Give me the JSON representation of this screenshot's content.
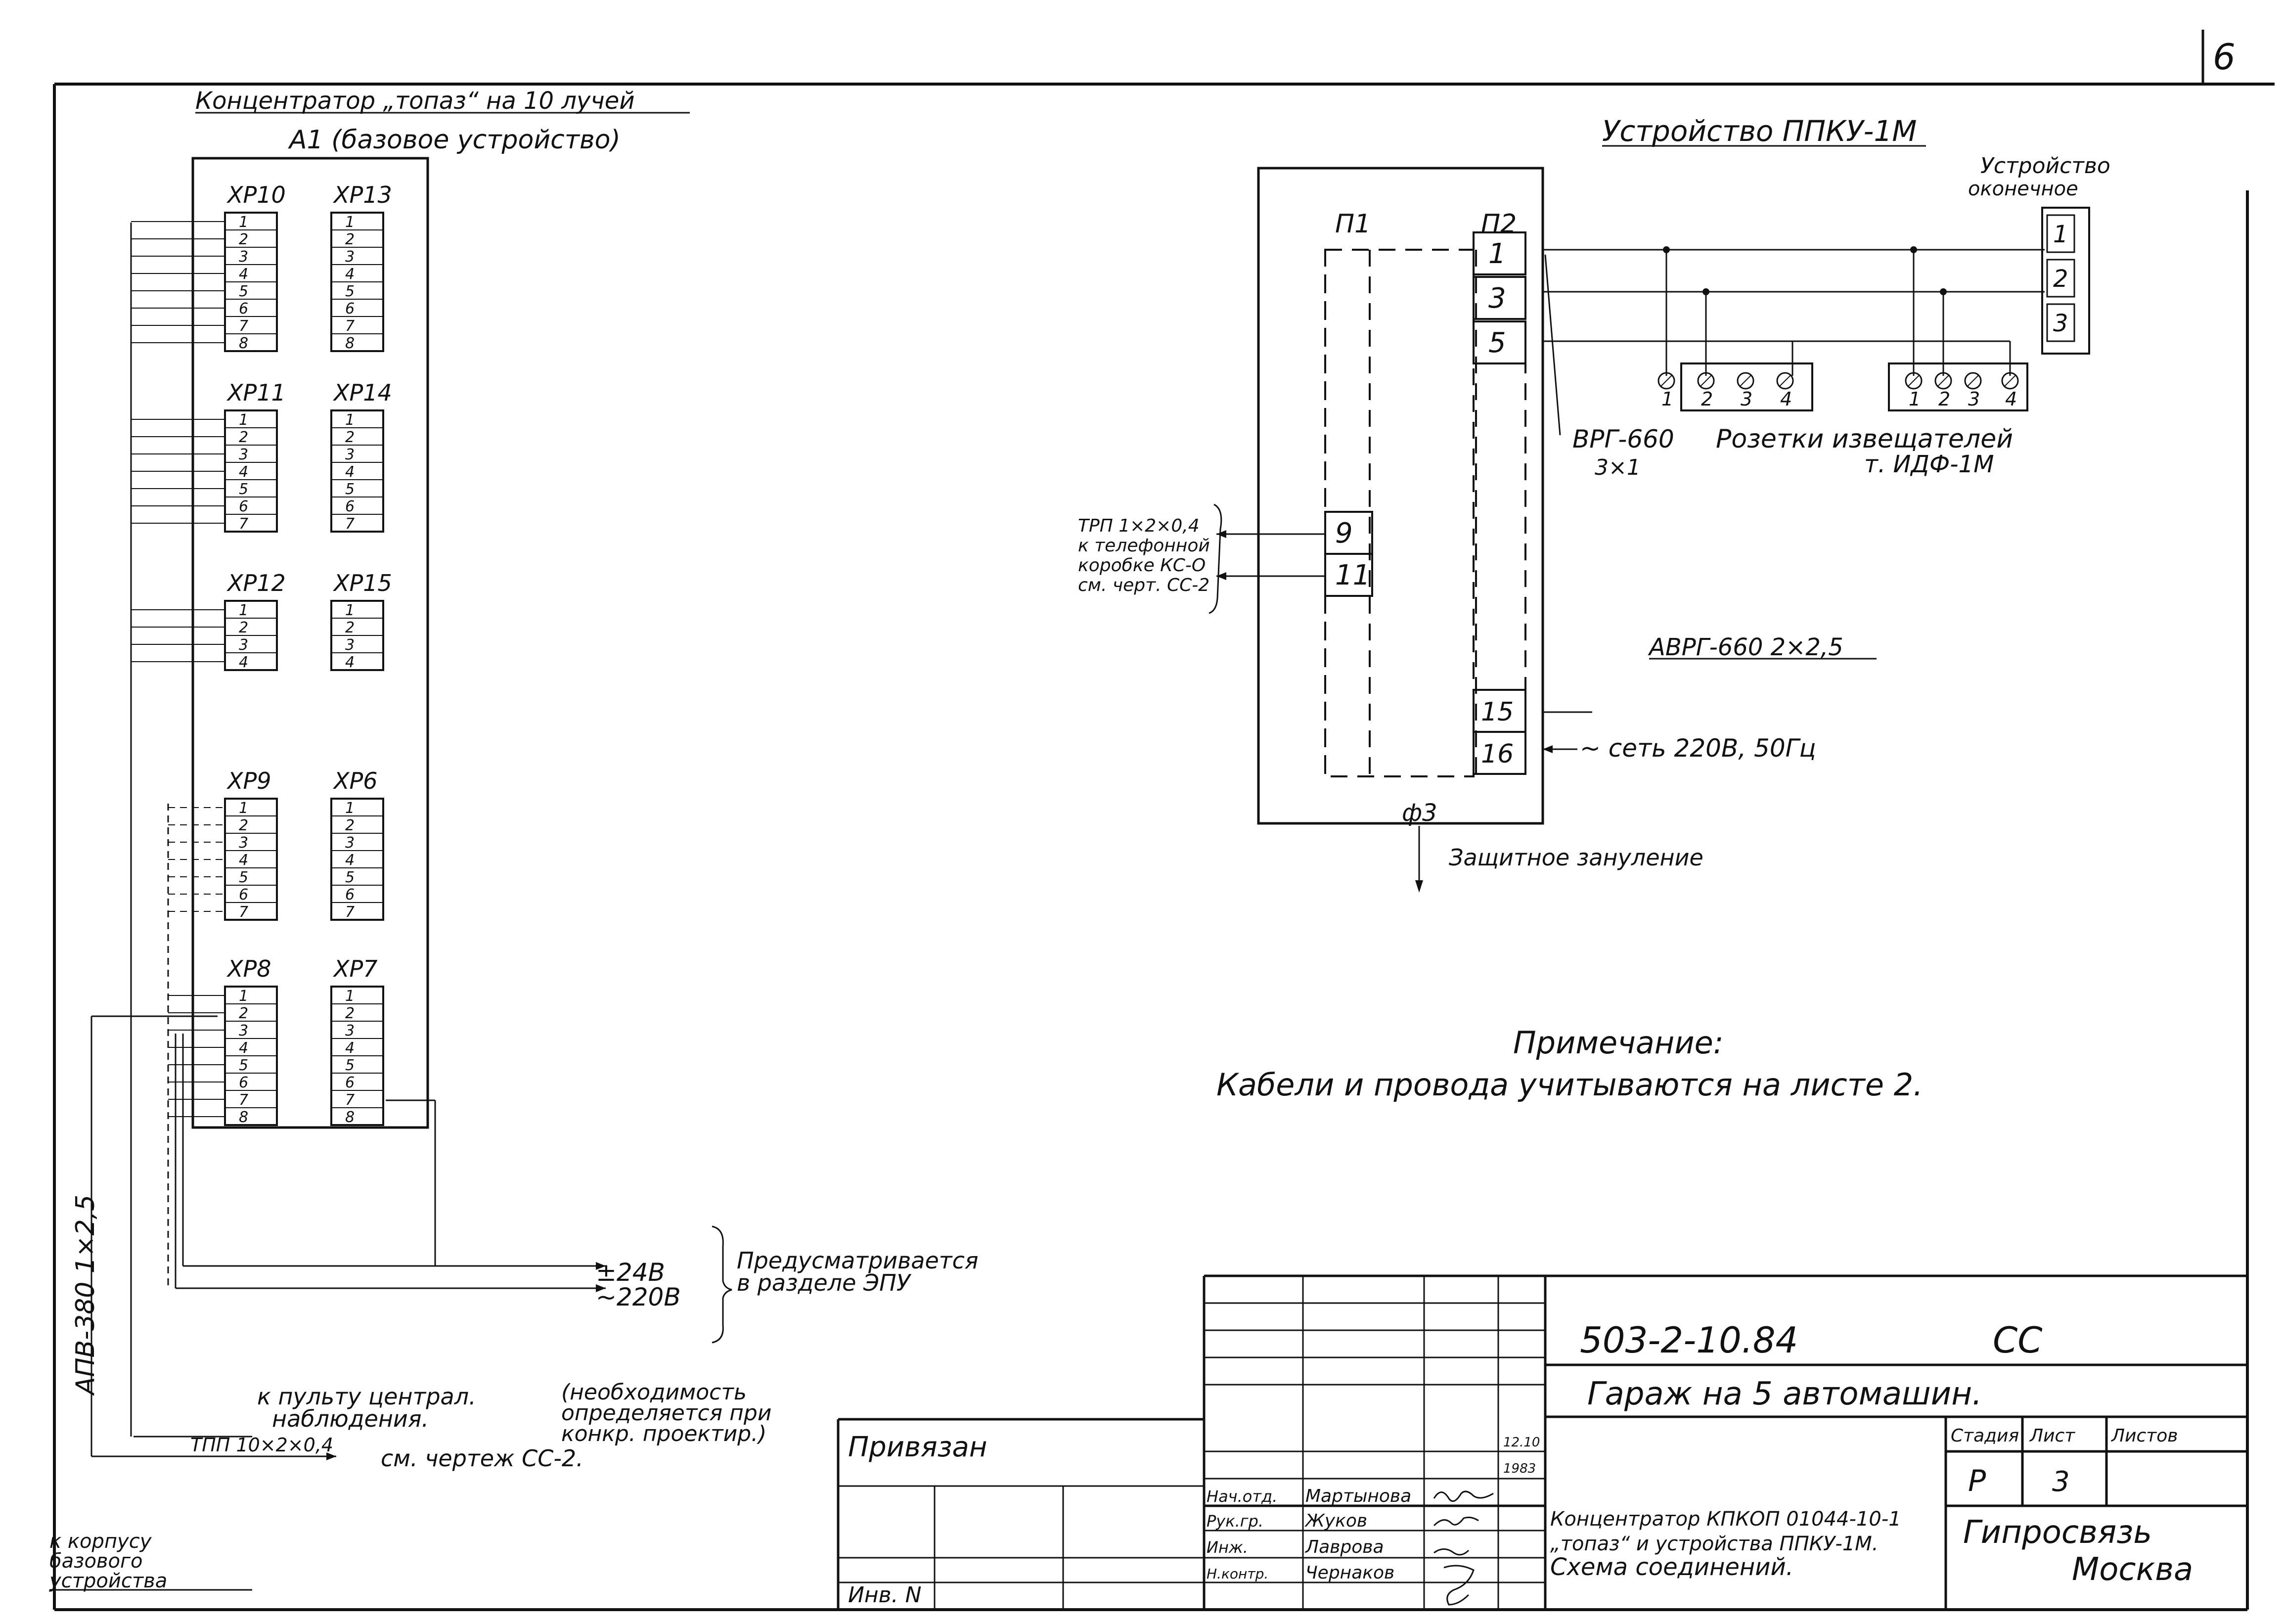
{
  "sheet_number": "6",
  "concentrator": {
    "title_line1": "Концентратор „топаз“ на 10 лучей",
    "title_line2": "А1 (базовое устройство)",
    "connectors": [
      {
        "label": "XP10",
        "pins": [
          "1",
          "2",
          "3",
          "4",
          "5",
          "6",
          "7",
          "8"
        ]
      },
      {
        "label": "XP13",
        "pins": [
          "1",
          "2",
          "3",
          "4",
          "5",
          "6",
          "7",
          "8"
        ]
      },
      {
        "label": "XP11",
        "pins": [
          "1",
          "2",
          "3",
          "4",
          "5",
          "6",
          "7"
        ]
      },
      {
        "label": "XP14",
        "pins": [
          "1",
          "2",
          "3",
          "4",
          "5",
          "6",
          "7"
        ]
      },
      {
        "label": "XP12",
        "pins": [
          "1",
          "2",
          "3",
          "4"
        ]
      },
      {
        "label": "XP15",
        "pins": [
          "1",
          "2",
          "3",
          "4"
        ]
      },
      {
        "label": "XP9",
        "pins": [
          "1",
          "2",
          "3",
          "4",
          "5",
          "6",
          "7"
        ]
      },
      {
        "label": "XP6",
        "pins": [
          "1",
          "2",
          "3",
          "4",
          "5",
          "6",
          "7"
        ]
      },
      {
        "label": "XP8",
        "pins": [
          "1",
          "2",
          "3",
          "4",
          "5",
          "6",
          "7",
          "8"
        ]
      },
      {
        "label": "XP7",
        "pins": [
          "1",
          "2",
          "3",
          "4",
          "5",
          "6",
          "7",
          "8"
        ]
      }
    ]
  },
  "ppku": {
    "title": "Устройство ППКУ-1М",
    "p1_label": "П1",
    "p2_label": "П2",
    "p1_terminals": [
      "9",
      "11"
    ],
    "p2_terminals_top": [
      "1",
      "3",
      "5"
    ],
    "p2_terminals_bottom": [
      "15",
      "16"
    ],
    "ground_label": "ф3",
    "ground_text": "Защитное зануление",
    "tel_note_lines": [
      "ТРП 1×2×0,4",
      "к телефонной",
      "коробке КС-О",
      "см. черт. СС-2"
    ],
    "cable_label": "АВРГ-660 2×2,5",
    "mains_text": "~ сеть 220В, 50Гц"
  },
  "end_device": {
    "title_line1": "Устройство",
    "title_line2": "оконечное",
    "terminals": [
      "1",
      "2",
      "3"
    ]
  },
  "detector_sockets": {
    "cable_line1": "ВРГ-660",
    "cable_line2": "3×1",
    "text_line1": "Розетки извещателей",
    "text_line2": "т. ИДФ-1М",
    "socket_terminals": [
      "1",
      "2",
      "3",
      "4"
    ]
  },
  "note": {
    "title": "Примечание:",
    "text": "Кабели и провода учитываются на листе 2."
  },
  "power": {
    "v24": "±24В",
    "v220": "~220В",
    "note_line1": "Предусматривается",
    "note_line2": "в разделе ЭПУ"
  },
  "left_cable": "АПВ-380 1×2,5",
  "remote_panel": {
    "line1": "к пульту централ.",
    "line2": "наблюдения.",
    "note_line1": "(необходимость",
    "note_line2": "определяется при",
    "note_line3": "конкр. проектир.)"
  },
  "tpp_cable": "ТПП 10×2×0,4",
  "tpp_ref": "см. чертеж СС-2.",
  "body_ground": [
    "к корпусу",
    "базового",
    "устройства"
  ],
  "title_block": {
    "doc_code": "503-2-10.84",
    "doc_type": "СС",
    "object": "Гараж на 5 автомашин.",
    "bound": "Привязан",
    "inv_label": "Инв. N",
    "date1": "12.10",
    "date2": "1983",
    "roles": [
      "Нач.отд.",
      "Рук.гр.",
      "Инж.",
      "Н.контр."
    ],
    "names": [
      "Мартынова",
      "Жуков",
      "Лаврова",
      "Чернаков"
    ],
    "stage_header": "Стадия",
    "sheet_header": "Лист",
    "sheets_header": "Листов",
    "stage": "Р",
    "sheet": "3",
    "sheets": "",
    "description": [
      "Концентратор КПКОП 01044-10-1",
      "„топаз“ и устройства ППКУ-1М.",
      "Схема соединений."
    ],
    "org_line1": "Гипросвязь",
    "org_line2": "Москва"
  }
}
